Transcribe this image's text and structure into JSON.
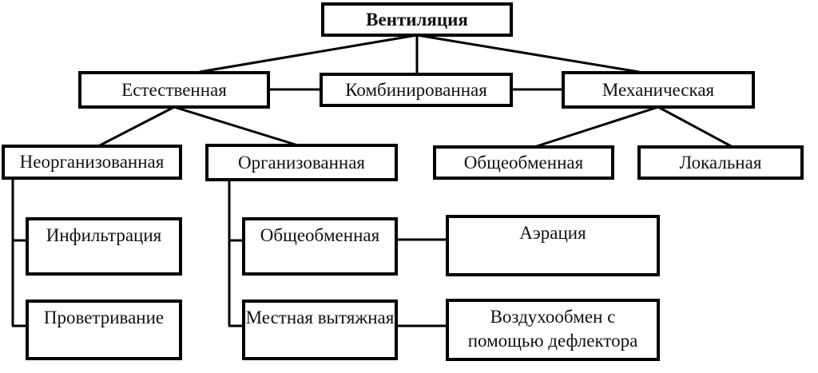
{
  "diagram_title": "Вентиляция",
  "colors": {
    "border": "#000000",
    "background": "#ffffff",
    "text": "#111111"
  },
  "nodes": {
    "ventilation": {
      "label": "Вентиляция"
    },
    "natural": {
      "label": "Естественная"
    },
    "combined": {
      "label": "Комбинированная"
    },
    "mechanical": {
      "label": "Механическая"
    },
    "unorganized": {
      "label": "Неорганизованная"
    },
    "organized": {
      "label": "Организованная"
    },
    "general_exchange_mechanical": {
      "label": "Общеобменная"
    },
    "local": {
      "label": "Локальная"
    },
    "infiltration": {
      "label": "Инфильтрация"
    },
    "general_exchange_organized": {
      "label": "Общеобменная"
    },
    "aeration": {
      "label": "Аэрация"
    },
    "airing": {
      "label": "Проветривание"
    },
    "local_exhaust": {
      "label": "Местная вытяжная"
    },
    "deflector_air_exchange": {
      "label": "Воздухообмен с помощью дефлектора"
    }
  },
  "edges": [
    {
      "from": "ventilation",
      "to": "natural"
    },
    {
      "from": "ventilation",
      "to": "combined"
    },
    {
      "from": "ventilation",
      "to": "mechanical"
    },
    {
      "from": "natural",
      "to": "combined"
    },
    {
      "from": "combined",
      "to": "mechanical"
    },
    {
      "from": "natural",
      "to": "unorganized"
    },
    {
      "from": "natural",
      "to": "organized"
    },
    {
      "from": "mechanical",
      "to": "general_exchange_mechanical"
    },
    {
      "from": "mechanical",
      "to": "local"
    },
    {
      "from": "unorganized",
      "to": "infiltration"
    },
    {
      "from": "unorganized",
      "to": "airing"
    },
    {
      "from": "organized",
      "to": "general_exchange_organized"
    },
    {
      "from": "organized",
      "to": "local_exhaust"
    },
    {
      "from": "general_exchange_organized",
      "to": "aeration"
    },
    {
      "from": "local_exhaust",
      "to": "deflector_air_exchange"
    }
  ]
}
